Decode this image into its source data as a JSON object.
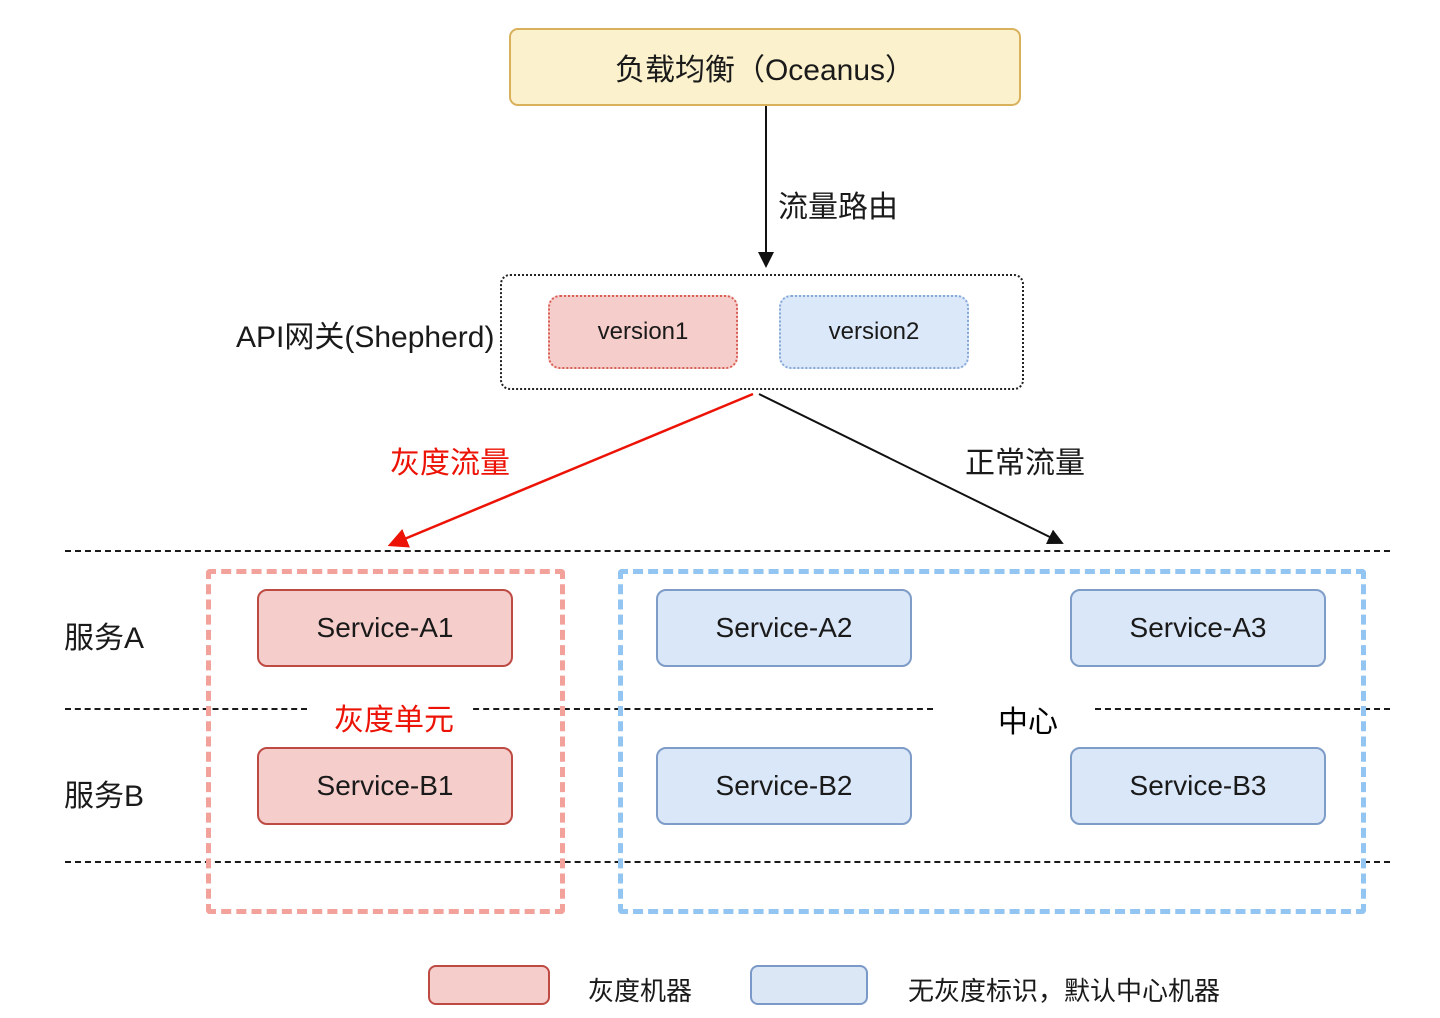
{
  "colors": {
    "red_accent": "#EC1306",
    "gray_machine_fill": "#F5CECC",
    "gray_machine_border": "#BE4B43",
    "center_machine_fill": "#DAE7F8",
    "center_machine_border": "#7E9CC8",
    "gray_unit_dash": "#F2A19B",
    "center_unit_dash": "#92C5F2",
    "load_balancer_fill": "#FBF1CC",
    "load_balancer_border": "#D9B05C"
  },
  "diagram": {
    "load_balancer": "负载均衡（Oceanus）",
    "traffic_route": "流量路由",
    "gateway_label": "API网关(Shepherd)",
    "versions": [
      {
        "label": "version1"
      },
      {
        "label": "version2"
      }
    ],
    "gray_flow": "灰度流量",
    "normal_flow": "正常流量",
    "row_labels": [
      {
        "label": "服务A"
      },
      {
        "label": "服务B"
      }
    ],
    "gray_unit": {
      "label": "灰度单元",
      "services": [
        {
          "label": "Service-A1"
        },
        {
          "label": "Service-B1"
        }
      ]
    },
    "center_unit": {
      "label": "中心",
      "services": [
        {
          "label": "Service-A2"
        },
        {
          "label": "Service-A3"
        },
        {
          "label": "Service-B2"
        },
        {
          "label": "Service-B3"
        }
      ]
    },
    "legend": [
      {
        "label": "灰度机器"
      },
      {
        "label": "无灰度标识，默认中心机器"
      }
    ]
  }
}
